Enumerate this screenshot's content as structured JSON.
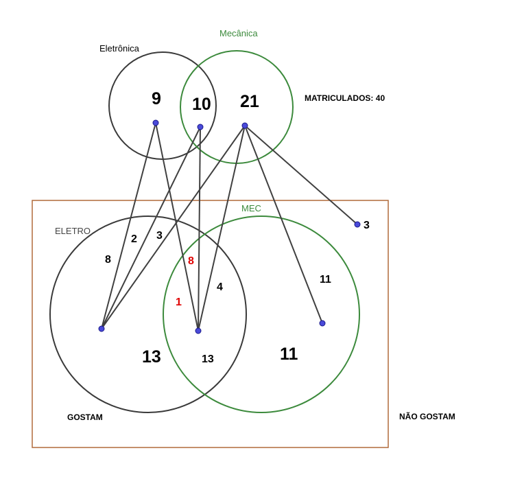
{
  "top_diagram": {
    "label_eletronica": "Eletrônica",
    "label_mecanica": "Mecânica",
    "only_eletronica": "9",
    "both": "10",
    "only_mecanica": "21",
    "matriculados": "MATRICULADOS: 40"
  },
  "bottom_diagram": {
    "label_eletro": "ELETRO",
    "label_mec": "MEC",
    "gostam": "GOSTAM",
    "nao_gostam": "NÃO GOSTAM",
    "outside_count": "3",
    "edge_labels": {
      "e8": "8",
      "e2": "2",
      "e3": "3",
      "e8red": "8",
      "e1red": "1",
      "e4": "4",
      "e11edge": "11"
    },
    "region_eletro_only": "13",
    "region_intersection": "13",
    "region_mec_only": "11"
  },
  "colors": {
    "eletronica": "#3a3a3a",
    "mecanica": "#3c8a3c",
    "rectangle": "#b06a3a",
    "highlight": "#e00000",
    "node": "#4a4ad9"
  }
}
